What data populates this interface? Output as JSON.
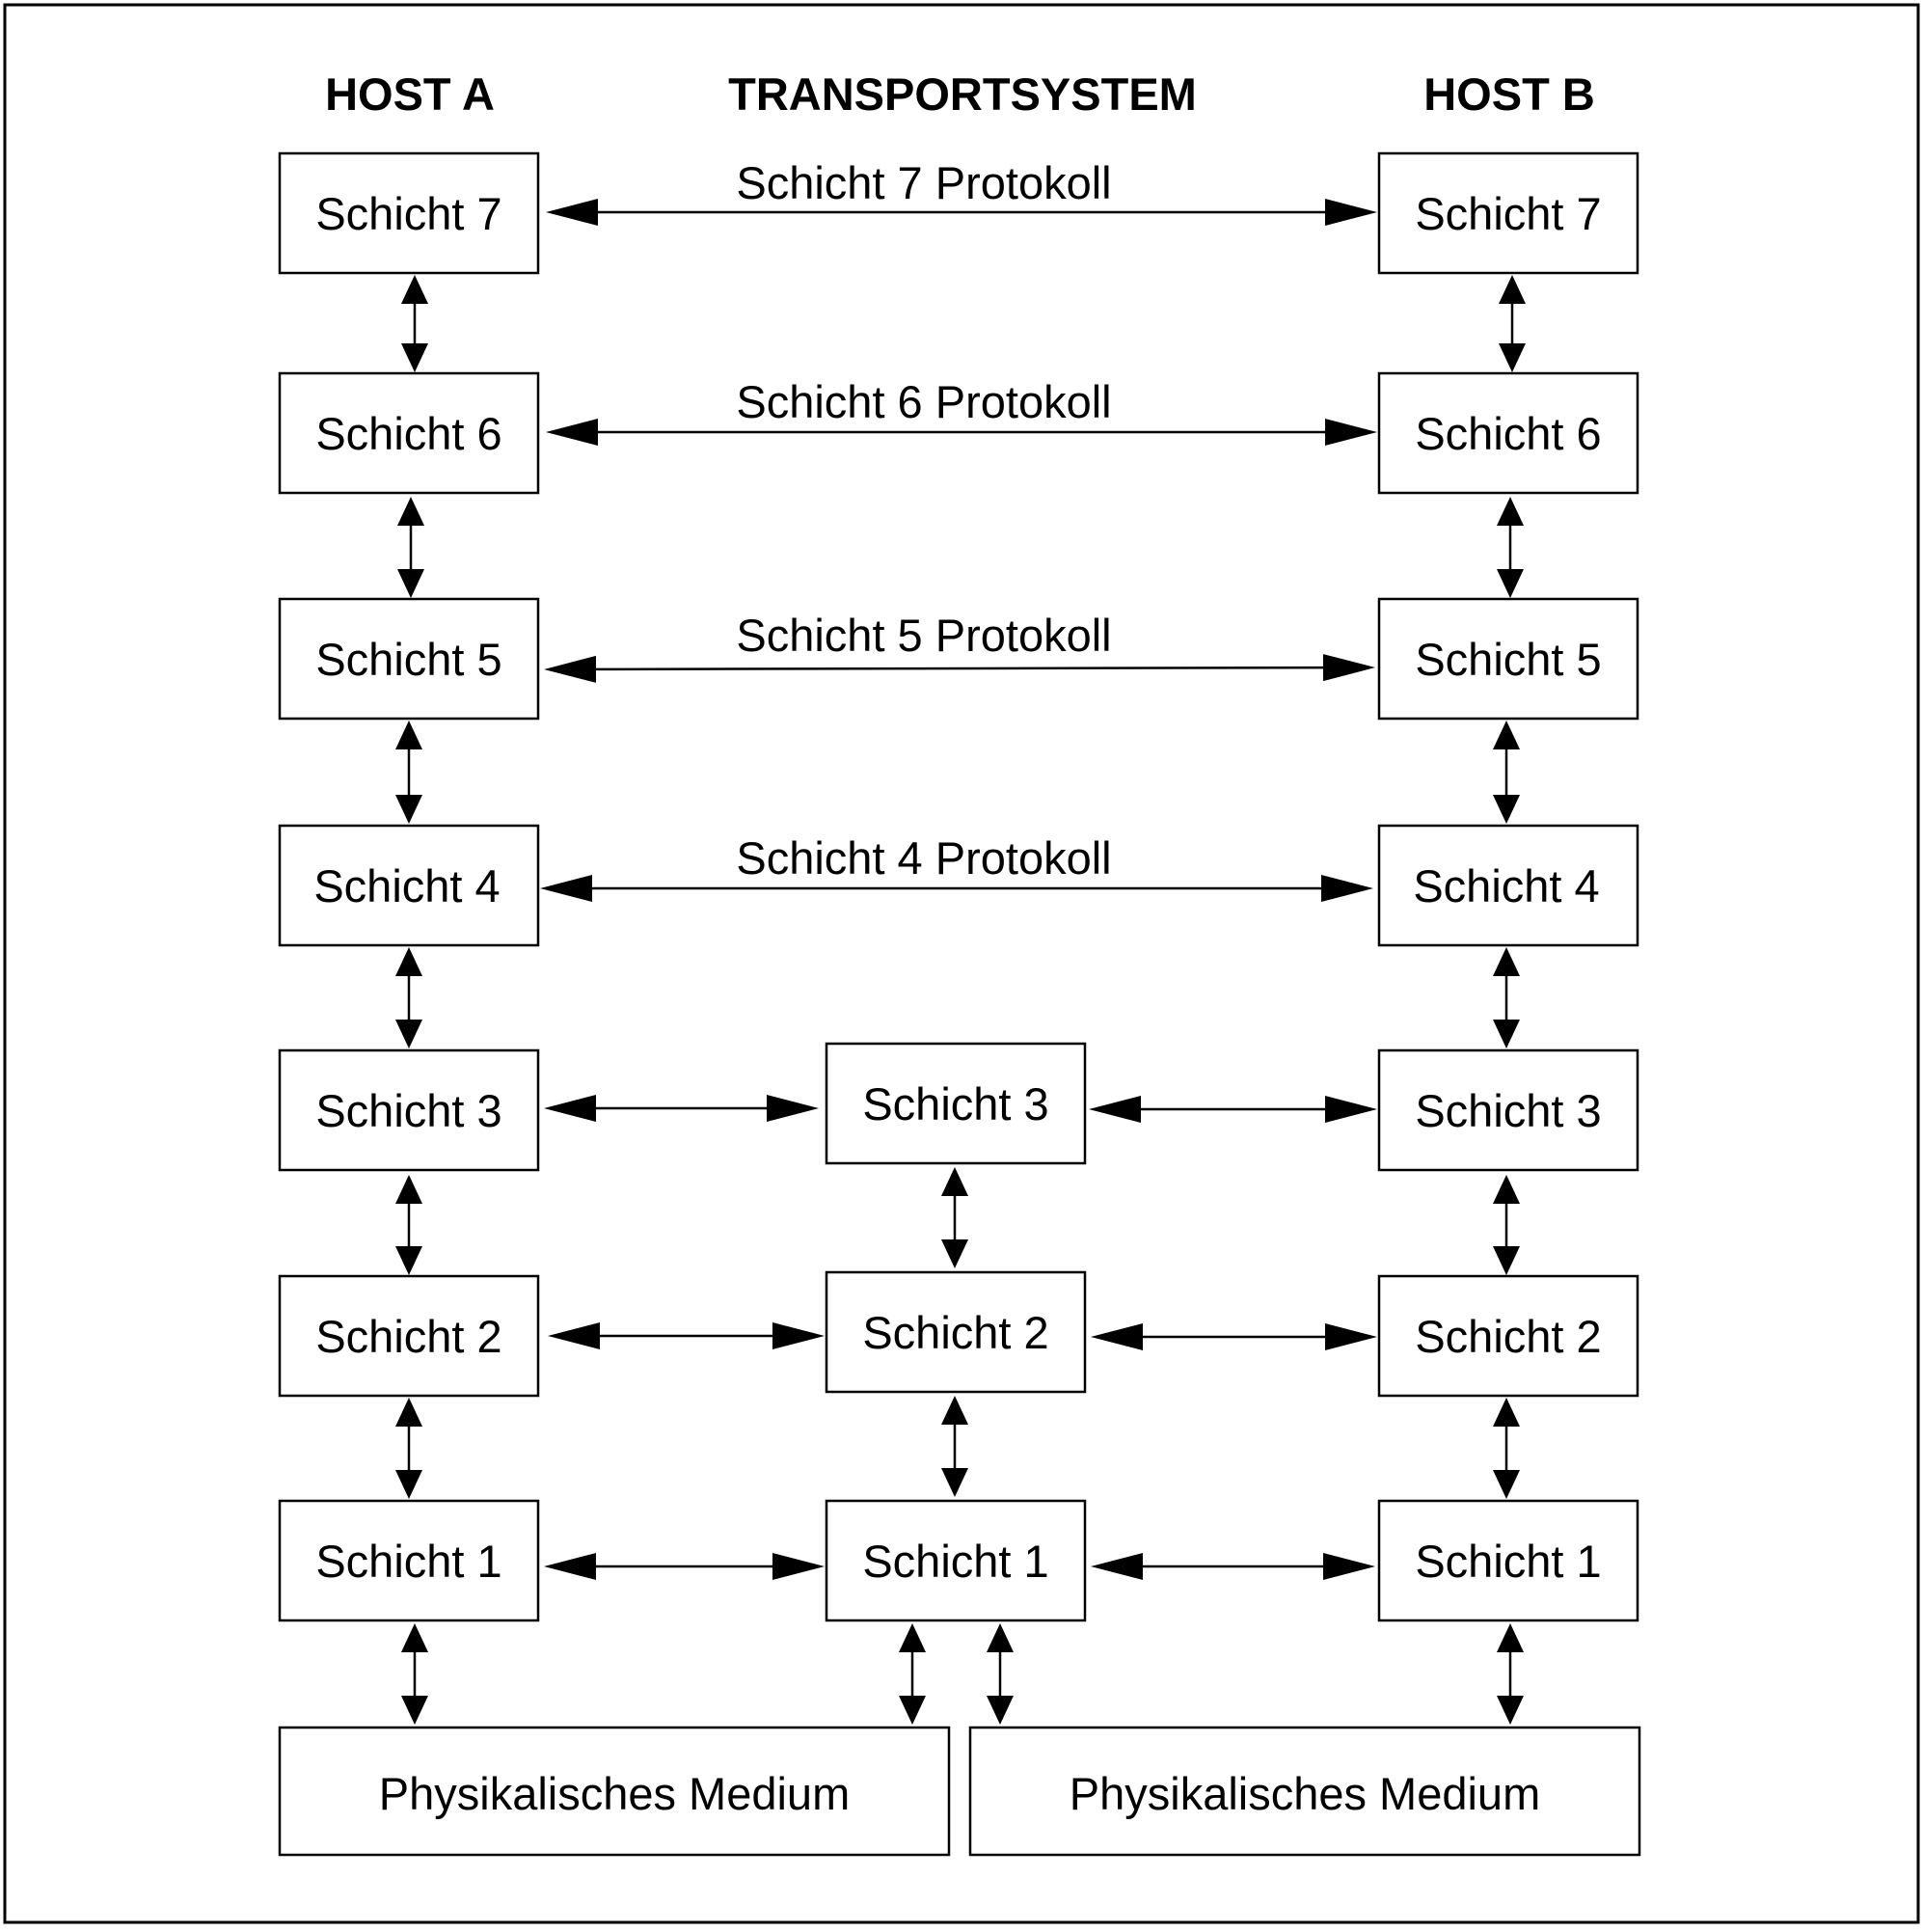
{
  "headers": {
    "host_a": "HOST A",
    "transport": "TRANSPORTSYSTEM",
    "host_b": "HOST B"
  },
  "host_a": {
    "layers": [
      "Schicht 7",
      "Schicht 6",
      "Schicht 5",
      "Schicht 4",
      "Schicht 3",
      "Schicht 2",
      "Schicht 1"
    ]
  },
  "host_b": {
    "layers": [
      "Schicht 7",
      "Schicht 6",
      "Schicht 5",
      "Schicht 4",
      "Schicht 3",
      "Schicht 2",
      "Schicht 1"
    ]
  },
  "transport": {
    "layers": [
      "Schicht 3",
      "Schicht 2",
      "Schicht 1"
    ]
  },
  "protocols": [
    "Schicht 7 Protokoll",
    "Schicht 6 Protokoll",
    "Schicht 5 Protokoll",
    "Schicht 4 Protokoll"
  ],
  "media": [
    "Physikalisches Medium",
    "Physikalisches Medium"
  ]
}
